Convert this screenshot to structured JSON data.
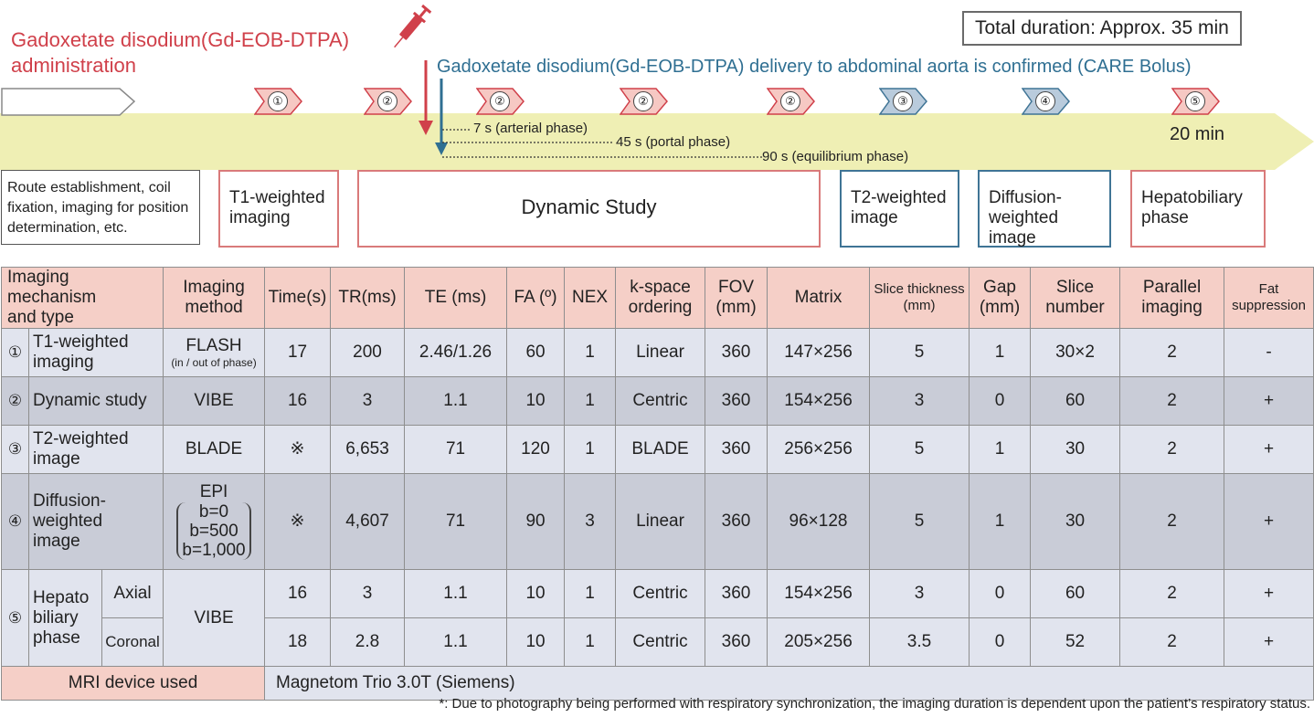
{
  "timeline": {
    "admin_line1": "Gadoxetate disodium(Gd-EOB-DTPA)",
    "admin_line2": "administration",
    "delivery": "Gadoxetate disodium(Gd-EOB-DTPA) delivery to abdominal aorta is confirmed (CARE Bolus)",
    "total": "Total duration: Approx. 35 min",
    "end_label": "20 min",
    "phases": [
      "7 s (arterial phase)",
      "45 s (portal phase)",
      "90 s (equilibrium phase)"
    ],
    "steps": [
      "①",
      "②",
      "②",
      "②",
      "②",
      "③",
      "④",
      "⑤"
    ],
    "stages": {
      "prep": "Route establishment, coil fixation, imaging for position determination, etc.",
      "t1_line1": "T1-weighted",
      "t1_line2": "imaging",
      "dynamic": "Dynamic Study",
      "t2_line1": "T2-weighted",
      "t2_line2": "image",
      "dwi_line1": "Diffusion-",
      "dwi_line2": "weighted image",
      "hbp_line1": "Hepatobiliary",
      "hbp_line2": "phase"
    },
    "colors": {
      "red": "#d0404a",
      "blue": "#2f6f92",
      "band": "#efefb4"
    }
  },
  "table": {
    "headers": {
      "mechanism_line1": "Imaging mechanism",
      "mechanism_line2": "and type",
      "method_line1": "Imaging",
      "method_line2": "method",
      "time": "Time(s)",
      "tr": "TR(ms)",
      "te": "TE (ms)",
      "fa": "FA (º)",
      "nex": "NEX",
      "kspace_line1": "k-space",
      "kspace_line2": "ordering",
      "fov_line1": "FOV",
      "fov_line2": "(mm)",
      "matrix": "Matrix",
      "slice_thk_line1": "Slice thickness",
      "slice_thk_line2": "(mm)",
      "gap_line1": "Gap",
      "gap_line2": "(mm)",
      "slice_num_line1": "Slice",
      "slice_num_line2": "number",
      "parallel_line1": "Parallel",
      "parallel_line2": "imaging",
      "fat_line1": "Fat",
      "fat_line2": "suppression"
    },
    "rows": {
      "r1": {
        "num": "①",
        "name_line1": "T1-weighted",
        "name_line2": "imaging",
        "method": "FLASH",
        "method_sub": "(in / out of phase)",
        "time": "17",
        "tr": "200",
        "te": "2.46/1.26",
        "fa": "60",
        "nex": "1",
        "kspace": "Linear",
        "fov": "360",
        "matrix": "147×256",
        "thk": "5",
        "gap": "1",
        "slices": "30×2",
        "parallel": "2",
        "fat": "-"
      },
      "r2": {
        "num": "②",
        "name": "Dynamic study",
        "method": "VIBE",
        "time": "16",
        "tr": "3",
        "te": "1.1",
        "fa": "10",
        "nex": "1",
        "kspace": "Centric",
        "fov": "360",
        "matrix": "154×256",
        "thk": "3",
        "gap": "0",
        "slices": "60",
        "parallel": "2",
        "fat": "+"
      },
      "r3": {
        "num": "③",
        "name_line1": "T2-weighted",
        "name_line2": "image",
        "method": "BLADE",
        "time": "※",
        "tr": "6,653",
        "te": "71",
        "fa": "120",
        "nex": "1",
        "kspace": "BLADE",
        "fov": "360",
        "matrix": "256×256",
        "thk": "5",
        "gap": "1",
        "slices": "30",
        "parallel": "2",
        "fat": "+"
      },
      "r4": {
        "num": "④",
        "name_line1": "Diffusion-",
        "name_line2": "weighted",
        "name_line3": "image",
        "method": "EPI",
        "b1": "b=0",
        "b2": "b=500",
        "b3": "b=1,000",
        "time": "※",
        "tr": "4,607",
        "te": "71",
        "fa": "90",
        "nex": "3",
        "kspace": "Linear",
        "fov": "360",
        "matrix": "96×128",
        "thk": "5",
        "gap": "1",
        "slices": "30",
        "parallel": "2",
        "fat": "+"
      },
      "r5": {
        "num": "⑤",
        "name_line1": "Hepato",
        "name_line2": "biliary",
        "name_line3": "phase",
        "sub": "Axial",
        "method": "VIBE",
        "time": "16",
        "tr": "3",
        "te": "1.1",
        "fa": "10",
        "nex": "1",
        "kspace": "Centric",
        "fov": "360",
        "matrix": "154×256",
        "thk": "3",
        "gap": "0",
        "slices": "60",
        "parallel": "2",
        "fat": "+"
      },
      "r6": {
        "sub": "Coronal",
        "time": "18",
        "tr": "2.8",
        "te": "1.1",
        "fa": "10",
        "nex": "1",
        "kspace": "Centric",
        "fov": "360",
        "matrix": "205×256",
        "thk": "3.5",
        "gap": "0",
        "slices": "52",
        "parallel": "2",
        "fat": "+"
      }
    },
    "mri_label": "MRI device used",
    "mri_value": "Magnetom Trio 3.0T (Siemens)"
  },
  "footnote": "*: Due to photography being performed with respiratory synchronization, the imaging duration is dependent upon the patient’s respiratory status."
}
